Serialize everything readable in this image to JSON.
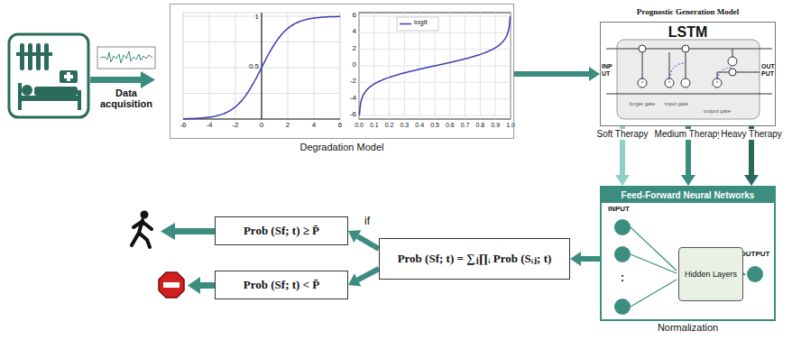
{
  "diagram": {
    "nodes": [
      {
        "text": [
          "Degradation Model"
        ]
      },
      {
        "text": [
          "Prognostic Generation Model",
          "LSTM"
        ]
      },
      {
        "text": [
          "Feed-Forward Neural Networks",
          "Normalization"
        ]
      },
      {
        "text": [
          "Hidden Layers"
        ],
        "in": 2
      },
      {
        "text": [
          "Prob (Sf; t) = ∑ⱼ∏ᵢ Prob (Sᵢⱼ; t)"
        ]
      },
      {
        "text": [
          "Prob (Sf; t) ≥ P̄"
        ]
      },
      {
        "text": [
          "Prob (Sf; t) < P̄"
        ]
      }
    ],
    "edges": [
      {
        "from": 0,
        "to": 1,
        "arrow": "to"
      },
      {
        "from": 1,
        "to": 2,
        "label": "Soft Therapy",
        "arrow": "to"
      },
      {
        "from": 1,
        "to": 2,
        "label": "Medium Therapy",
        "arrow": "to"
      },
      {
        "from": 1,
        "to": 2,
        "label": "Heavy Therapy",
        "arrow": "to"
      },
      {
        "from": 2,
        "to": 4,
        "arrow": "to"
      },
      {
        "from": 4,
        "to": 5,
        "label": "if",
        "arrow": "to"
      },
      {
        "from": 4,
        "to": 6,
        "arrow": "to"
      }
    ],
    "labels": [
      "Data acquisition",
      "-6",
      "-4",
      "-2",
      "0",
      "2",
      "4",
      "6",
      "0.5",
      "1",
      "logit",
      "6",
      "4",
      "2",
      "0",
      "-2",
      "-4",
      "-6",
      "0.0",
      "0.1",
      "0.2",
      "0.3",
      "0.4",
      "0.5",
      "0.6",
      "0.7",
      "0.8",
      "0.9",
      "1.0",
      "INP UT",
      "OUT PUT",
      "forget gate",
      "input gate",
      "output gate",
      "INPUT",
      "OUTPUT",
      ":"
    ]
  }
}
